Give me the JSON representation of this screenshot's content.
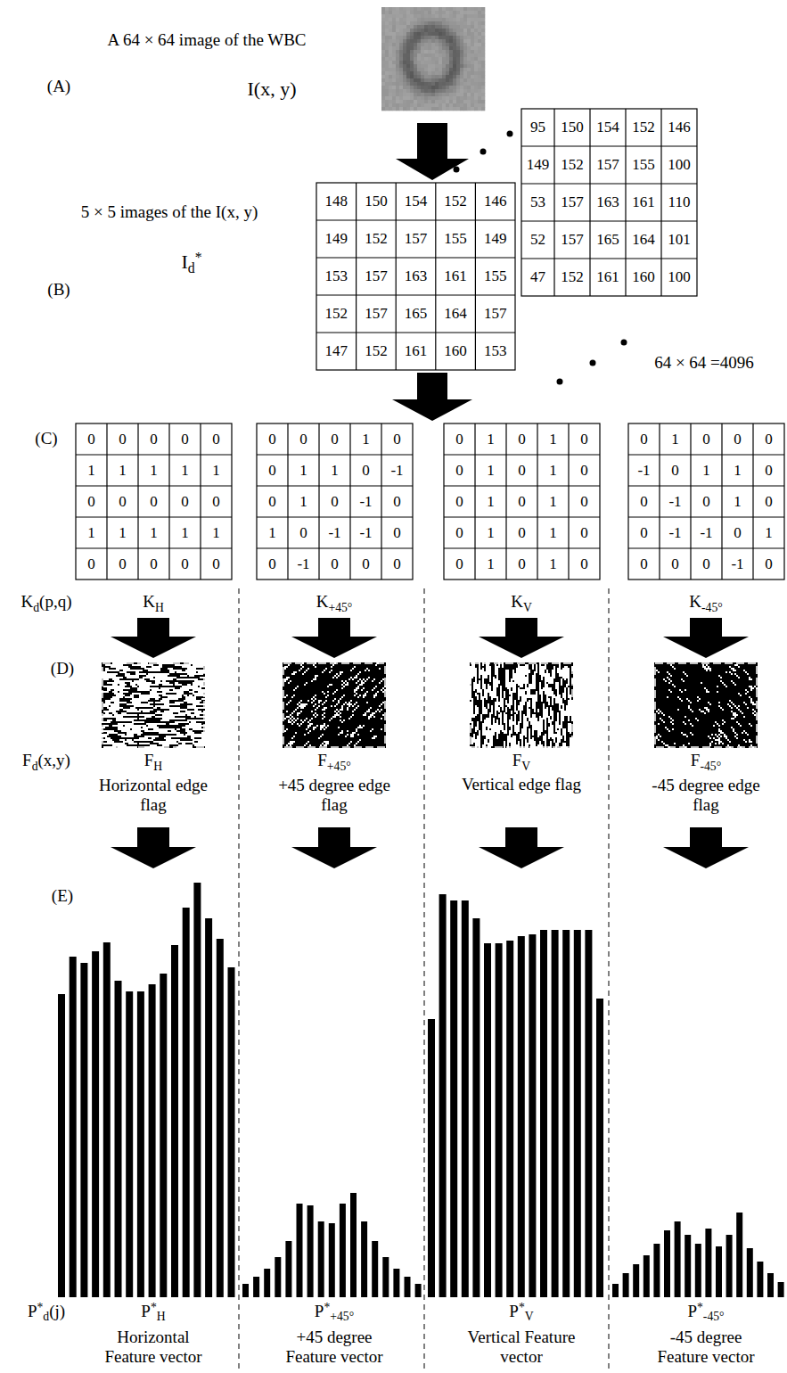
{
  "diagram": {
    "labels": [
      "(A)",
      "A 64 × 64 image of the WBC",
      "I(x, y)",
      "95",
      "150",
      "154",
      "152",
      "146",
      "149",
      "152",
      "157",
      "155",
      "100",
      "53",
      "157",
      "163",
      "161",
      "110",
      "52",
      "157",
      "165",
      "164",
      "101",
      "47",
      "152",
      "161",
      "160",
      "100",
      "148",
      "150",
      "154",
      "152",
      "146",
      "149",
      "152",
      "157",
      "155",
      "149",
      "153",
      "157",
      "163",
      "161",
      "155",
      "152",
      "157",
      "165",
      "164",
      "157",
      "147",
      "152",
      "161",
      "160",
      "153",
      "(B)",
      "5 × 5 images of the I(x, y)",
      "Id*",
      "64 × 64 =4096",
      "(C)",
      "0",
      "0",
      "0",
      "0",
      "0",
      "1",
      "1",
      "1",
      "1",
      "1",
      "0",
      "0",
      "0",
      "0",
      "0",
      "1",
      "1",
      "1",
      "1",
      "1",
      "0",
      "0",
      "0",
      "0",
      "0",
      "0",
      "0",
      "0",
      "1",
      "0",
      "0",
      "1",
      "1",
      "0",
      "-1",
      "0",
      "1",
      "0",
      "-1",
      "0",
      "1",
      "0",
      "-1",
      "-1",
      "0",
      "0",
      "-1",
      "0",
      "0",
      "0",
      "0",
      "1",
      "0",
      "1",
      "0",
      "0",
      "1",
      "0",
      "1",
      "0",
      "0",
      "1",
      "0",
      "1",
      "0",
      "0",
      "1",
      "0",
      "1",
      "0",
      "0",
      "1",
      "0",
      "1",
      "0",
      "0",
      "1",
      "0",
      "0",
      "0",
      "-1",
      "0",
      "1",
      "1",
      "0",
      "0",
      "-1",
      "0",
      "1",
      "0",
      "0",
      "-1",
      "-1",
      "0",
      "1",
      "0",
      "0",
      "0",
      "-1",
      "0",
      "Kd(p,q)",
      "KH",
      "K+45°",
      "KV",
      "K-45°",
      "(D)",
      "Fd(x,y)",
      "FH",
      "Horizontal edge flag",
      "F+45°",
      "+45 degree edge flag",
      "FV",
      "Vertical edge flag",
      "F-45°",
      "-45 degree edge flag",
      "(E)",
      "P*d(j)",
      "P*H",
      "Horizontal Feature vector",
      "P*+45°",
      "+45 degree Feature vector",
      "P*V",
      "Vertical Feature vector",
      "P*-45°",
      "-45 degree Feature vector"
    ]
  }
}
